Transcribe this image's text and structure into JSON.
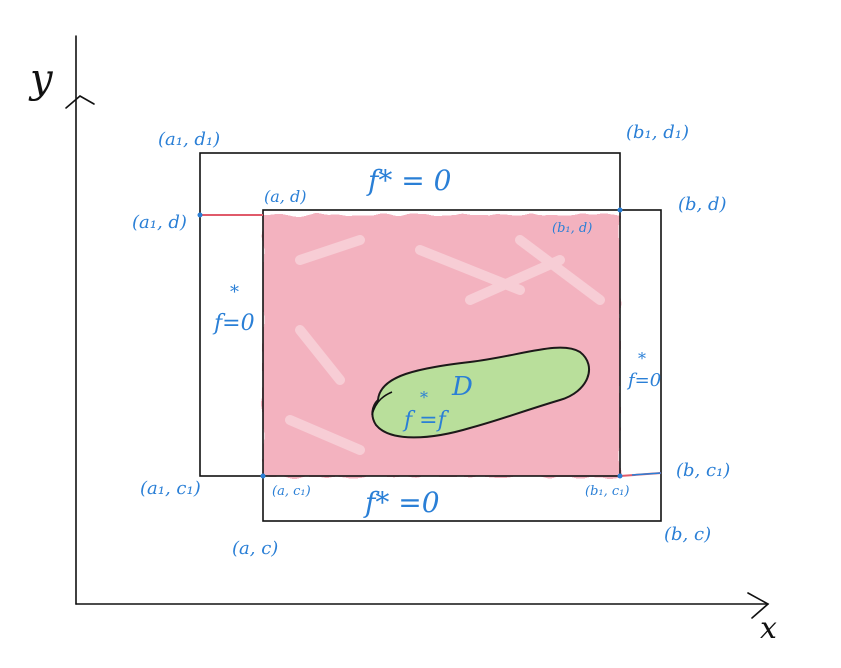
{
  "axes": {
    "x_label": "x",
    "y_label": "y"
  },
  "outer_rect": {
    "corners": {
      "top_left": "(a₁, d₁)",
      "top_right": "(b₁, d₁)",
      "bottom_left": "(a₁, c₁)",
      "bottom_right": "(b, c₁)"
    },
    "mid_left_label": "(a₁, d)"
  },
  "inner_rect": {
    "corners": {
      "top_left": "(a, d)",
      "top_right": "(b, d)",
      "bottom_left": "(a, c)",
      "bottom_right": "(b, c)"
    },
    "inner_top_right": "(b₁, d)",
    "inner_bottom_left": "(a, c₁)",
    "inner_bottom_right": "(b₁, c₁)"
  },
  "region_labels": {
    "top": "f* = 0",
    "left_sup": "*",
    "left_main": "f=0",
    "right_sup": "*",
    "right_main": "f=0",
    "bottom": "f* =0",
    "domain_name": "D",
    "domain_sup": "*",
    "domain_eq": "f =f"
  },
  "colors": {
    "ink": "#111111",
    "label_blue": "#2a7fd6",
    "pink_fill": "#f2aab9",
    "green_fill": "#b6e29a",
    "red_accent": "#e05a6a"
  }
}
